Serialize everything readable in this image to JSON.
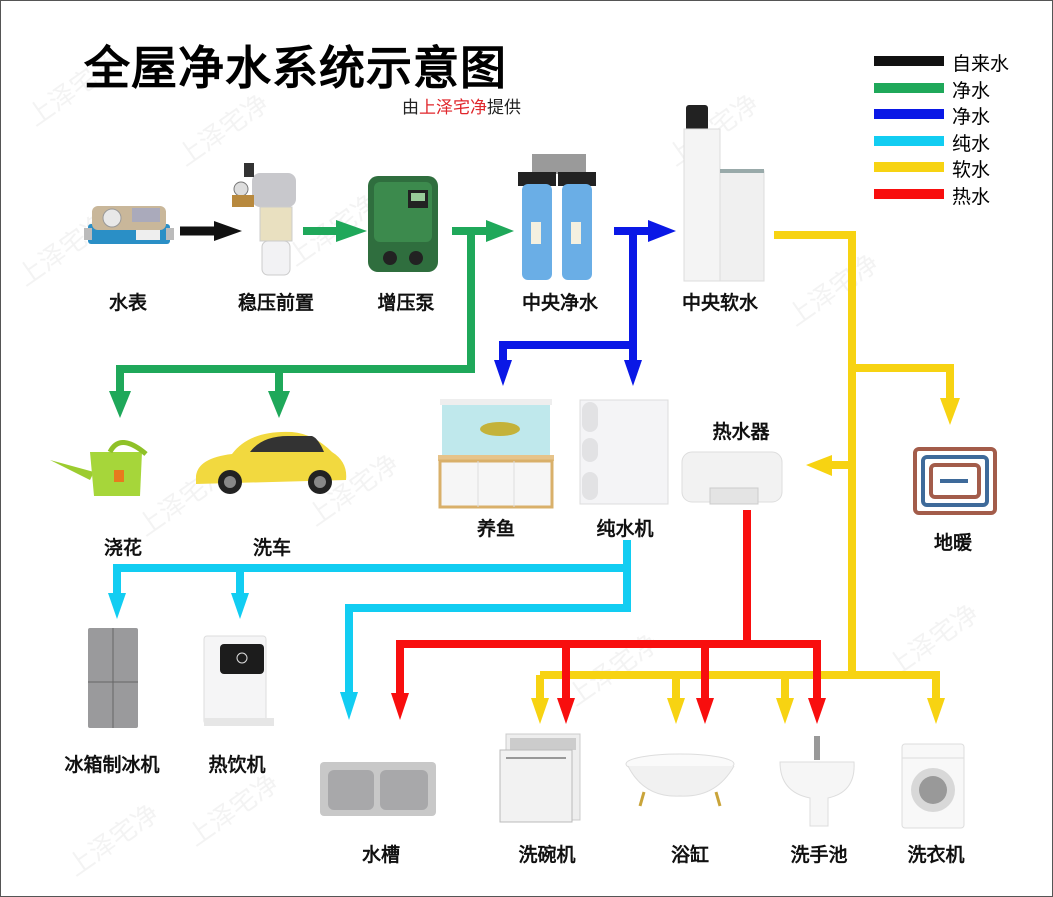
{
  "header": {
    "title": "全屋净水系统示意图",
    "credit_prefix": "由",
    "credit_brand": "上泽宅净",
    "credit_suffix": "提供"
  },
  "legend": [
    {
      "label": "自来水",
      "color": "#111111"
    },
    {
      "label": "净水",
      "color": "#1fa85a"
    },
    {
      "label": "净水",
      "color": "#0a18e6"
    },
    {
      "label": "纯水",
      "color": "#12cdf2"
    },
    {
      "label": "软水",
      "color": "#f7d312"
    },
    {
      "label": "热水",
      "color": "#f80e0e"
    }
  ],
  "colors": {
    "tap": "#111111",
    "green": "#1fa85a",
    "blue": "#0a18e6",
    "cyan": "#12cdf2",
    "yellow": "#f7d312",
    "red": "#f80e0e"
  },
  "devices": {
    "water_meter": "水表",
    "pressure_prefilter": "稳压前置",
    "booster_pump": "增压泵",
    "central_purifier": "中央净水",
    "central_softener": "中央软水",
    "watering": "浇花",
    "car_wash": "洗车",
    "fish_tank": "养鱼",
    "ro_purifier": "纯水机",
    "water_heater": "热水器",
    "floor_heating": "地暖",
    "fridge_icemaker": "冰箱制冰机",
    "hot_drink_machine": "热饮机",
    "sink": "水槽",
    "dishwasher": "洗碗机",
    "bathtub": "浴缸",
    "washbasin": "洗手池",
    "washing_machine": "洗衣机"
  },
  "watermark": "上泽宅净"
}
